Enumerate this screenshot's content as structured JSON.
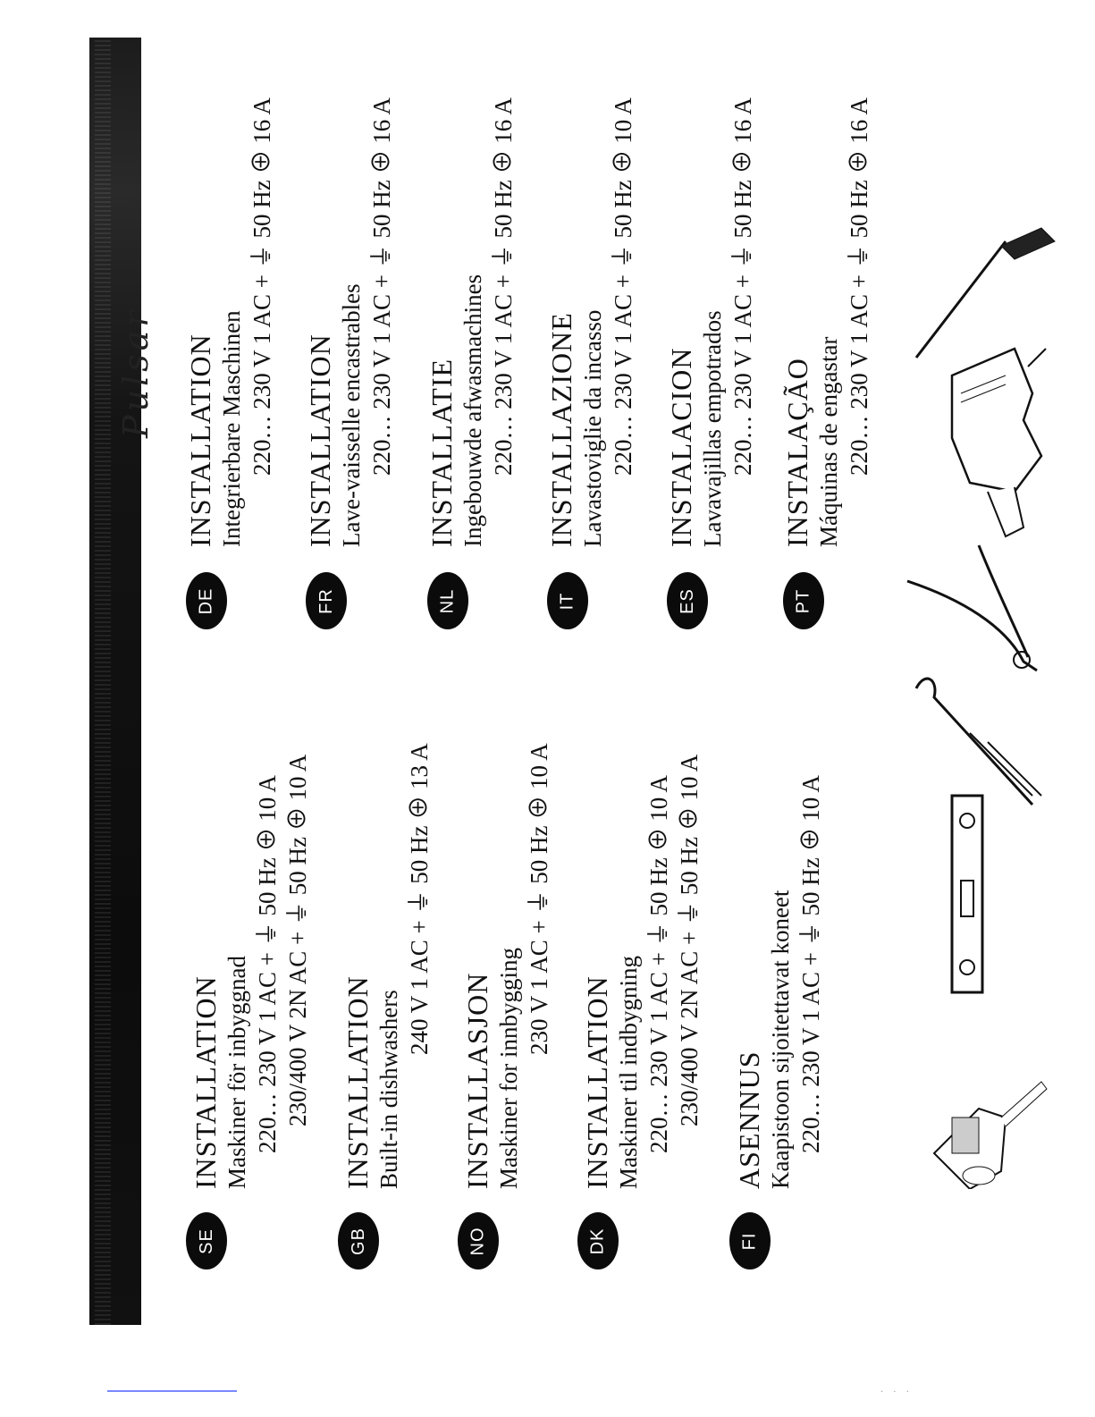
{
  "handwritten_note": "Pulsar",
  "sections": [
    {
      "code": "SE",
      "title": "INSTALLATION",
      "subtitle": "Maskiner för inbyggnad",
      "specs": [
        "220… 230 V  1 AC + ⏚ 50 Hz ⊕ 10 A",
        "230/400 V  2N AC + ⏚ 50 Hz ⊕ 10 A"
      ]
    },
    {
      "code": "GB",
      "title": "INSTALLATION",
      "subtitle": "Built-in dishwashers",
      "specs": [
        "240 V  1 AC + ⏚ 50 Hz ⊕ 13 A"
      ]
    },
    {
      "code": "NO",
      "title": "INSTALLASJON",
      "subtitle": "Maskiner for innbygging",
      "specs": [
        "230 V  1 AC + ⏚ 50 Hz ⊕ 10 A"
      ]
    },
    {
      "code": "DK",
      "title": "INSTALLATION",
      "subtitle": "Maskiner til indbygning",
      "specs": [
        "220… 230 V  1 AC + ⏚ 50 Hz ⊕ 10 A",
        "230/400 V  2N AC + ⏚ 50 Hz ⊕ 10 A"
      ]
    },
    {
      "code": "FI",
      "title": "ASENNUS",
      "subtitle": "Kaapistoon sijoitettavat koneet",
      "specs": [
        "220… 230 V  1 AC + ⏚ 50 Hz ⊕ 10 A"
      ]
    },
    {
      "code": "DE",
      "title": "INSTALLATION",
      "subtitle": "Integrierbare Maschinen",
      "specs": [
        "220… 230 V  1 AC + ⏚ 50 Hz ⊕ 16 A"
      ]
    },
    {
      "code": "FR",
      "title": "INSTALLATION",
      "subtitle": "Lave-vaisselle encastrables",
      "specs": [
        "220… 230 V  1 AC + ⏚ 50 Hz ⊕ 16 A"
      ]
    },
    {
      "code": "NL",
      "title": "INSTALLATIE",
      "subtitle": "Ingebouwde afwasmachines",
      "specs": [
        "220… 230 V  1 AC + ⏚ 50 Hz ⊕ 16 A"
      ]
    },
    {
      "code": "IT",
      "title": "INSTALLAZIONE",
      "subtitle": "Lavastoviglie da incasso",
      "specs": [
        "220… 230 V  1 AC + ⏚ 50 Hz ⊕ 10 A"
      ]
    },
    {
      "code": "ES",
      "title": "INSTALACION",
      "subtitle": "Lavavajillas empotrados",
      "specs": [
        "220… 230 V  1 AC + ⏚ 50 Hz ⊕ 16 A"
      ]
    },
    {
      "code": "PT",
      "title": "INSTALAÇÃO",
      "subtitle": "Máquinas de engastar",
      "specs": [
        "220… 230 V  1 AC + ⏚ 50 Hz ⊕ 16 A"
      ]
    }
  ],
  "tools": [
    "tape-measure-icon",
    "spirit-level-icon",
    "screwdriver-icon",
    "pliers-icon",
    "drill-icon",
    "saw-icon"
  ]
}
